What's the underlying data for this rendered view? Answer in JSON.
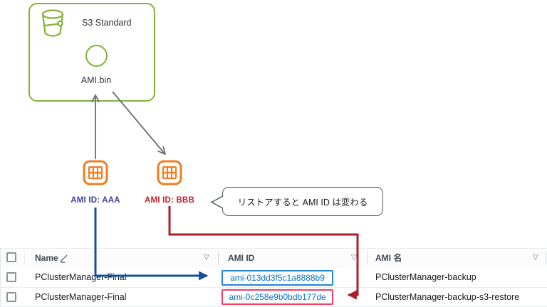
{
  "icons": {
    "sort": "▽"
  },
  "diagram": {
    "s3_box": {
      "title": "S3 Standard",
      "object_label": "AMI.bin"
    },
    "ami_original_label": "AMI ID: AAA",
    "ami_restored_label": "AMI ID: BBB",
    "callout_text": "リストアすると AMI ID は変わる"
  },
  "table": {
    "columns": [
      {
        "label": "Name"
      },
      {
        "label": "AMI ID"
      },
      {
        "label": "AMI 名"
      }
    ],
    "rows": [
      {
        "name": "PClusterManager-Final",
        "ami_id": "ami-013dd3f5c1a8888b9",
        "ami_name": "PClusterManager-backup"
      },
      {
        "name": "PClusterManager-Final",
        "ami_id": "ami-0c258e9b0bdb177de",
        "ami_name": "PClusterManager-backup-s3-restore"
      }
    ]
  },
  "colors": {
    "s3_green": "#82b336",
    "ami_orange": "#ee7e20",
    "gray_arrow": "#6e6e6e",
    "blue_arrow": "#15509e",
    "red_arrow": "#ab1f28",
    "label_indigo": "#3d3da2",
    "label_red": "#c2212b",
    "chip_blue_border": "#2086dd",
    "chip_pink_border": "#f23f64",
    "link_blue": "#0b72c8"
  }
}
